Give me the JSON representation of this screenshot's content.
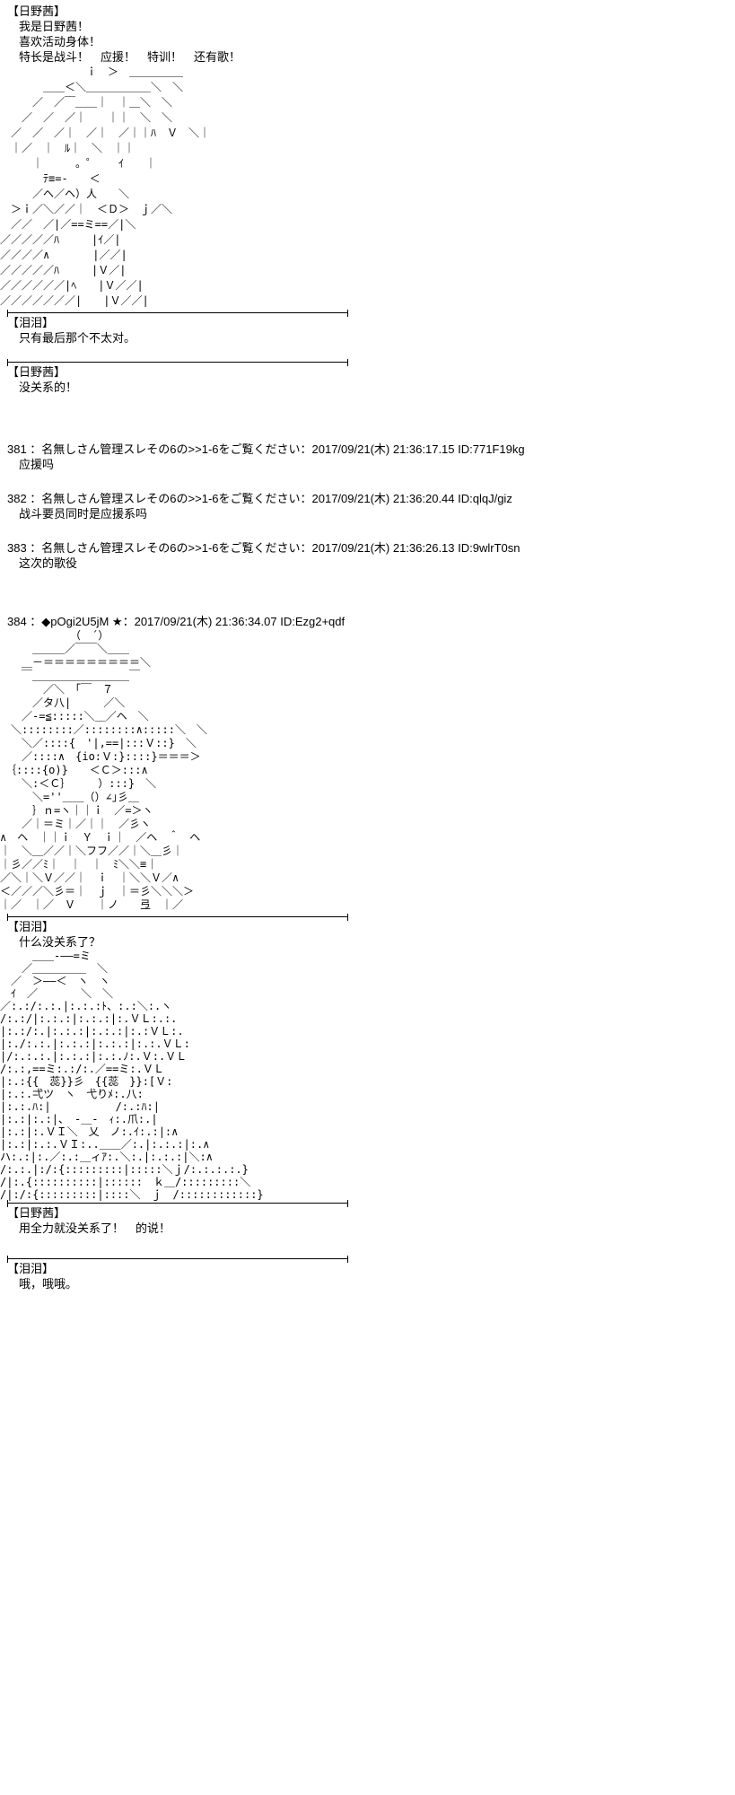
{
  "dialogues": {
    "intro": {
      "speaker": "【日野茜】",
      "lines": [
        "我是日野茜！",
        "喜欢活动身体！",
        "特长是战斗！　应援！　特训！　还有歌！"
      ]
    },
    "namida1": {
      "speaker": "【泪泪】",
      "line": "只有最后那个不太对。"
    },
    "akane1": {
      "speaker": "【日野茜】",
      "line": "没关系的！"
    },
    "namida2": {
      "speaker": "【泪泪】",
      "line": "什么没关系了？"
    },
    "akane2": {
      "speaker": "【日野茜】",
      "line": "用全力就没关系了！　的说！"
    },
    "namida3": {
      "speaker": "【泪泪】",
      "line": "哦，哦哦。"
    }
  },
  "posts": {
    "p381": {
      "header": "381 ：名無しさん管理スレその6の>>1-6をご覧ください：2017/09/21(木) 21:36:17.15 ID:771F19kg",
      "body": "应援吗"
    },
    "p382": {
      "header": "382 ：名無しさん管理スレその6の>>1-6をご覧ください：2017/09/21(木) 21:36:20.44 ID:qlqJ/giz",
      "body": "战斗要员同时是应援系吗"
    },
    "p383": {
      "header": "383 ：名無しさん管理スレその6の>>1-6をご覧ください：2017/09/21(木) 21:36:26.13 ID:9wlrT0sn",
      "body": "这次的歌役"
    },
    "p384": {
      "header": "384 ：◆pOgi2U5jM ★：2017/09/21(木) 21:36:34.07 ID:Ezg2+qdf"
    }
  },
  "ascii": {
    "akane": [
      "　　　　　　　　ｉ　＞　＿＿＿＿＿",
      "　　　　＿＿＜＼＿＿＿＿＿＿＼　＼",
      "　　　／　／￣＿＿｜　｜＿＼　＼",
      "　　／　／　／｜　　｜｜　＼　＼",
      "　／　／　／｜　／｜　／｜｜ﾊ　Ｖ　＼｜",
      "　｜／　｜　ﾙ｜　＼　｜｜",
      "　　　｜　　　。゜　　ｲ　　｜",
      "　　　　ﾃ≡=-　　＜",
      "　　　／ヘ／ヘ）人　　＼",
      "　＞ｉ／＼／／｜　＜Ｄ＞　ｊ／＼",
      "　／／　／|／==ミ==／|＼",
      "／／／／／ﾊ　　　|ｲ／|",
      "／／／／∧　　　　|／／|",
      "／／／／／ﾊ　　　|Ｖ／|",
      "／／／／／／|ﾍ　　|Ｖ／／|",
      "／／／／／／／|　　|Ｖ／／|"
    ],
    "narrator": [
      "　　　　　　　（　´）",
      "　　　＿＿＿／￣￣＼＿＿",
      "　　＿－＝＝＝＝＝＝＝＝＝＼",
      "　　￣＿＿＿＿＿＿＿＿＿￣",
      "　　　　／＼　「￣　７",
      "　　　／タ八|　　　／＼",
      "　　／-=≦:::::＼＿／ヘ　＼",
      "　＼::::::::／::::::::∧:::::＼　＼",
      "　　＼／::::{　'|,==|:::Ｖ::}　＼",
      "　　／::::∧　{io:Ｖ:}::::}＝＝＝＞",
      "　｛::::{o)}　　＜Ｃ＞:::∧",
      "　　＼:＜Ｃ｝　　　）:::}　＼",
      "　　　＼=''＿＿（）∠｣彡＿",
      "　　　｝ｎ=ヽ｜｜ｉ　／=＞ヽ",
      "　　／｜＝ミ｜／｜｜　／彡ヽ",
      "∧　ヘ　｜｜ｉ　Ｙ　ｉ｜　／ヘ　＾　ヘ",
      "｜　＼＿／／｜＼フフ／／｜＼＿彡｜",
      "｜彡／／ﾐ｜　｜　｜　ﾐ＼＼≡｜",
      "／＼｜＼Ｖ／／｜　ｉ　｜＼＼Ｖ／∧",
      "＜／／／＼彡＝｜　ｊ　｜＝彡＼＼＼＞",
      "｜／　｜／　Ｖ　　｜ノ　　弖　｜／"
    ],
    "namida": [
      "　　　＿＿-――=ミ",
      "　　／＿＿＿＿＿　＼",
      "　／　＞――＜　ヽ　ヽ",
      "　ｲ　／　　　　＼　＼",
      "／:.:/:.:.|:.:.:ﾄ、:.:＼:.ヽ",
      "/:.:/|:.:.:|:.:.:|:.ＶＬ:.:.",
      "|:.:/:.|:.:.:|:.:.:|:.:ＶＬ:.",
      "|:./:.:.|:.:.:|:.:.:|:.:.ＶＬ:",
      "|/:.:.:.|:.:.:|:.:.ﾉ:.Ｖ:.ＶＬ",
      "/:.:,==ミ:.:/:.／==ミ:.ＶＬ",
      "|:.:{{　蕊}}彡　{{蕊　}}:[Ｖ:",
      "|:.:.弌ツ　ヽ　弋りﾒ:.八:",
      "|:.:.ﾊ:|　　　　　　/:.:ﾊ:|",
      "|:.:|:.:|、　‐＿‐　ｨ:.爪:.|",
      "|:.:|:.ＶＩ＼　乂　ノ:.ｲ:.:|:∧",
      "|:.:|:.:.ＶＩ:..＿＿／:.|:.:.:|:.∧",
      "ハ:.:|:.／:.:＿ィｱ:.＼:.|:.:.:|＼:∧",
      "/:.:.|:/:{:::::::::|:::::＼ｊ/:.:.:.:.}",
      "/|:.{::::::::::|::::::　ｋ＿/:::::::::＼",
      "/|:/:{:::::::::|::::＼　ｊ　/::::::::::::}"
    ]
  }
}
